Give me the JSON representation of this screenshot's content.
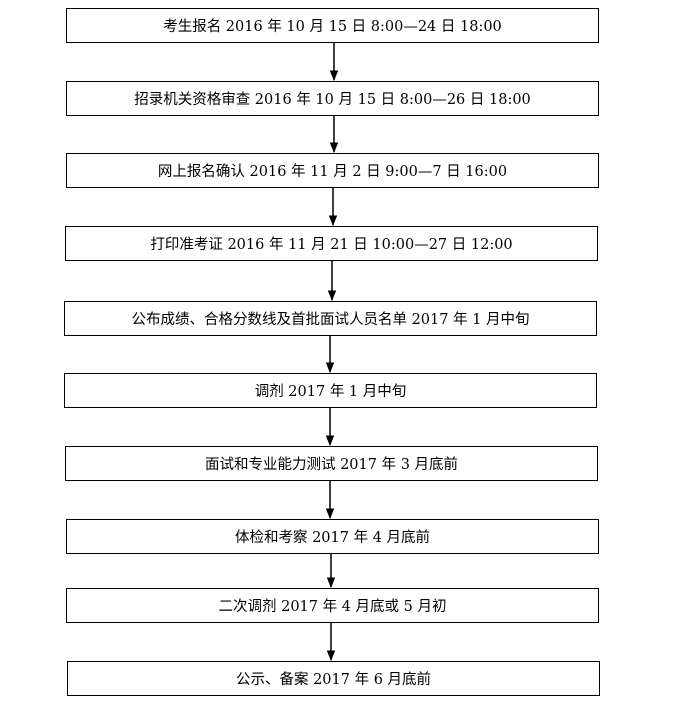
{
  "flow": {
    "steps": [
      {
        "label": "考生报名  2016 年 10 月 15 日 8:00—24 日 18:00"
      },
      {
        "label": "招录机关资格审查  2016 年 10 月 15 日 8:00—26 日 18:00"
      },
      {
        "label": "网上报名确认  2016 年 11 月 2 日 9:00—7 日 16:00"
      },
      {
        "label": "打印准考证 2016 年 11 月 21 日 10:00—27 日 12:00"
      },
      {
        "label": "公布成绩、合格分数线及首批面试人员名单  2017 年 1 月中旬"
      },
      {
        "label": "调剂  2017 年 1 月中旬"
      },
      {
        "label": "面试和专业能力测试  2017 年 3 月底前"
      },
      {
        "label": "体检和考察  2017 年 4 月底前"
      },
      {
        "label": "二次调剂  2017 年 4 月底或 5 月初"
      },
      {
        "label": "公示、备案  2017 年 6 月底前"
      }
    ]
  }
}
